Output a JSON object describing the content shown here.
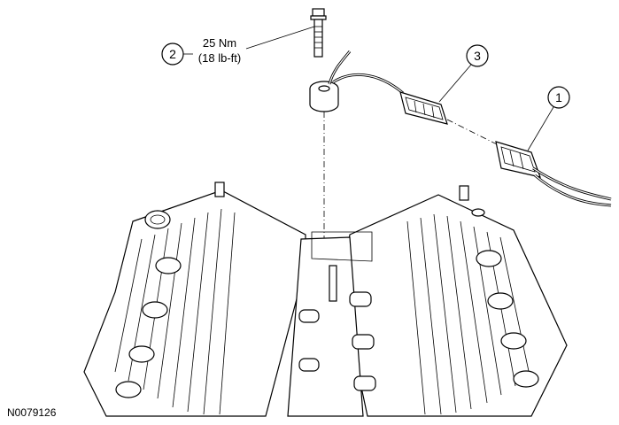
{
  "callouts": [
    {
      "number": "1"
    },
    {
      "number": "2"
    },
    {
      "number": "3"
    }
  ],
  "torque": {
    "metric": "25 Nm",
    "imperial": "(18 lb-ft)"
  },
  "figure_id": "N0079126"
}
